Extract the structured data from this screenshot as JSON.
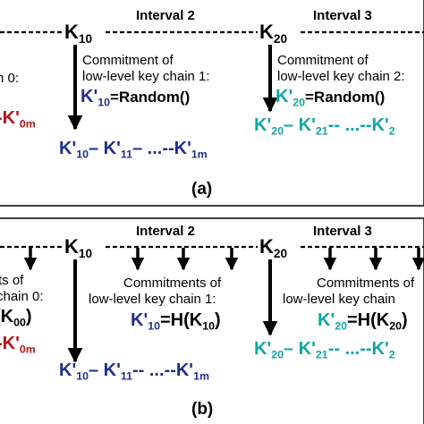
{
  "colors": {
    "blue": "#1f2f8f",
    "teal": "#12a6a6",
    "red": "#b3141a",
    "line": "#000000"
  },
  "panel_a": {
    "interval2": "Interval 2",
    "interval3": "Interval 3",
    "k10": {
      "base": "K",
      "sub": "10"
    },
    "k20": {
      "base": "K",
      "sub": "20"
    },
    "left_label": "n 0:",
    "commit1": [
      "Commitment of",
      "low-level key chain 1:"
    ],
    "commit1_num": "1",
    "commit2": [
      "Commitment of",
      "low-level key chain 2:"
    ],
    "commit2_num": "2",
    "kp10_eq": {
      "base": "K'",
      "sub": "10",
      "rest": "=Random()"
    },
    "kp20_eq": {
      "base": "K'",
      "sub": "20",
      "rest": "=Random()"
    },
    "left_red": {
      "pre": "-K'",
      "sub": "0m"
    },
    "chain1": {
      "a": "K'",
      "as": "10",
      "mid": "– K'",
      "bs": "11",
      "end": "–  ...--K'",
      "es": "1m"
    },
    "chain2": {
      "a": "K'",
      "as": "20",
      "mid": "– K'",
      "bs": "21",
      "end": "--  ...--K'",
      "es": "2"
    },
    "caption": "(a)"
  },
  "panel_b": {
    "interval2": "Interval 2",
    "interval3": "Interval 3",
    "k10": {
      "base": "K",
      "sub": "10"
    },
    "k20": {
      "base": "K",
      "sub": "20"
    },
    "left_labels": [
      "ts of",
      "chain 0:"
    ],
    "left_paren": {
      "pre": "(",
      "base": "K",
      "sub": "00",
      "post": ")"
    },
    "commit1": [
      "Commitments of",
      "low-level key chain 1:"
    ],
    "commit2": [
      "Commitments of",
      "low-level key chain"
    ],
    "kp10_eq": {
      "base": "K'",
      "sub": "10",
      "rest": "=H(K",
      "sub2": "10",
      "close": ")"
    },
    "kp20_eq": {
      "base": "K'",
      "sub": "20",
      "rest": "=H(K",
      "sub2": "20",
      "close": ")"
    },
    "left_red": {
      "pre": "-K'",
      "sub": "0m"
    },
    "chain1": {
      "a": "K'",
      "as": "10",
      "mid": "– K'",
      "bs": "11",
      "end": "--  ...--K'",
      "es": "1m"
    },
    "chain2": {
      "a": "K'",
      "as": "20",
      "mid": "– K'",
      "bs": "21",
      "end": "--  ...--K'",
      "es": "2"
    },
    "caption": "(b)"
  }
}
